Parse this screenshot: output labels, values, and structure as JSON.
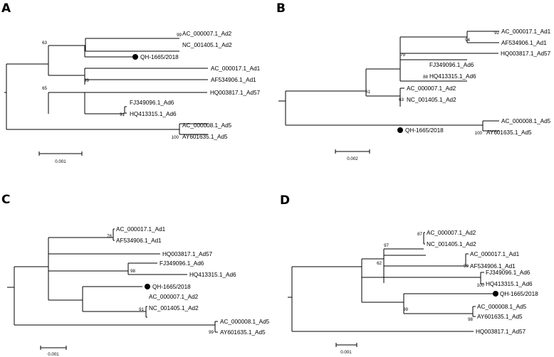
{
  "figure": {
    "panels": [
      {
        "id": "A",
        "letter": "A",
        "scale_label": "0.001",
        "taxa": [
          "AC_000007.1_Ad2",
          "NC_001405.1_Ad2",
          "QH-1665/2018",
          "AC_000017.1_Ad1",
          "AF534906.1_Ad1",
          "HQ003817.1_Ad57",
          "FJ349096.1_Ad6",
          "HQ413315.1_Ad6",
          "AC_000008.1_Ad5",
          "AY601635.1_Ad5"
        ],
        "highlighted_taxon": "QH-1665/2018",
        "bootstrap": [
          "99",
          "63",
          "99",
          "65",
          "91",
          "100"
        ]
      },
      {
        "id": "B",
        "letter": "B",
        "scale_label": "0.002",
        "taxa": [
          "AC_000017.1_Ad1",
          "AF534906.1_Ad1",
          "HQ003817.1_Ad57",
          "FJ349096.1_Ad6",
          "HQ413315.1_Ad6",
          "AC_000007.1_Ad2",
          "NC_001405.1_Ad2",
          "QH-1665/2018",
          "AC_000008.1_Ad5",
          "AY601635.1_Ad5"
        ],
        "highlighted_taxon": "QH-1665/2018",
        "bootstrap": [
          "92",
          "94",
          "79",
          "88",
          "61",
          "63",
          "100"
        ]
      },
      {
        "id": "C",
        "letter": "C",
        "scale_label": "0.001",
        "taxa": [
          "AC_000017.1_Ad1",
          "AF534906.1_Ad1",
          "HQ003817.1_Ad57",
          "FJ349096.1_Ad6",
          "HQ413315.1_Ad6",
          "QH-1665/2018",
          "AC_000007.1_Ad2",
          "NC_001405.1_Ad2",
          "AC_000008.1_Ad5",
          "AY601635.1_Ad5"
        ],
        "highlighted_taxon": "QH-1665/2018",
        "bootstrap": [
          "78",
          "98",
          "91",
          "99"
        ]
      },
      {
        "id": "D",
        "letter": "D",
        "scale_label": "0.001",
        "taxa": [
          "AC_000007.1_Ad2",
          "NC_001405.1_Ad2",
          "AC_000017.1_Ad1",
          "AF534906.1_Ad1",
          "FJ349096.1_Ad6",
          "HQ413315.1_Ad6",
          "QH-1665/2018",
          "AC_000008.1_Ad5",
          "AY601635.1_Ad5",
          "HQ003817.1_Ad57"
        ],
        "highlighted_taxon": "QH-1665/2018",
        "bootstrap": [
          "87",
          "97",
          "99",
          "62",
          "100",
          "99",
          "98"
        ]
      }
    ]
  }
}
